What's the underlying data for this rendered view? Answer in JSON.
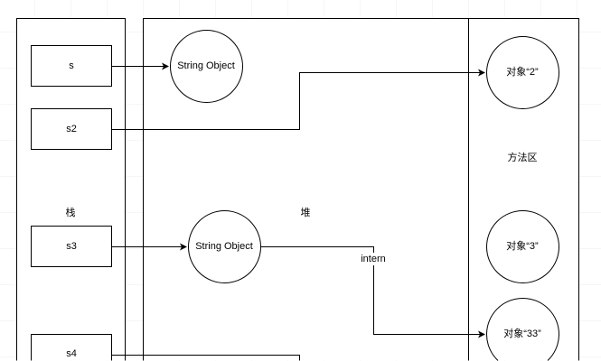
{
  "stack": {
    "label": "栈",
    "vars": [
      "s",
      "s2",
      "s3",
      "s4"
    ]
  },
  "heap": {
    "label": "堆",
    "objects": [
      "String Object",
      "String Object"
    ]
  },
  "method_area": {
    "label": "方法区",
    "objects": [
      "对象“2”",
      "对象“3”",
      "对象“33”"
    ]
  },
  "edges": {
    "intern_label": "intern"
  }
}
